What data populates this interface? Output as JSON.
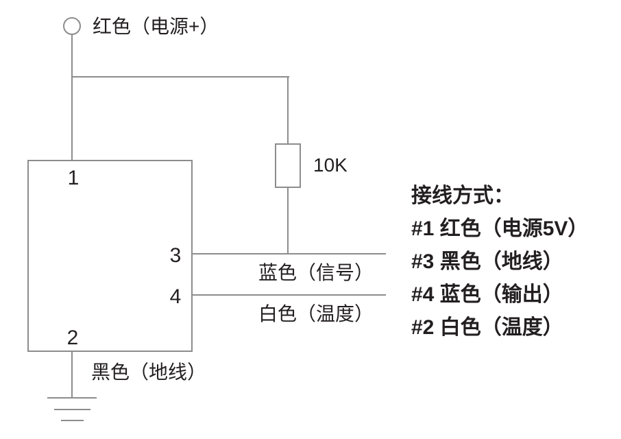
{
  "diagram": {
    "terminal_label": "红色（电源+）",
    "resistor_label": "10K",
    "pins": {
      "pin1": "1",
      "pin2": "2",
      "pin3": "3",
      "pin4": "4"
    },
    "wire_labels": {
      "signal": "蓝色（信号）",
      "temperature": "白色（温度）",
      "ground": "黑色（地线）"
    }
  },
  "legend": {
    "title": "接线方式：",
    "items": [
      "#1 红色（电源5V）",
      "#3 黑色（地线）",
      "#4 蓝色（输出）",
      "#2 白色（温度）"
    ]
  },
  "colors": {
    "line": "#8c8c8c",
    "text": "#231f20",
    "background": "#ffffff"
  }
}
